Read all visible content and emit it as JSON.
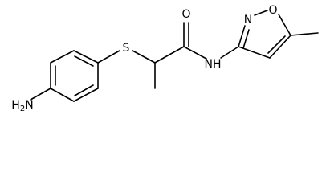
{
  "molecule": {
    "atoms": {
      "sulfur": "S",
      "carbonyl_oxygen": "O",
      "amide_nitrogen": "NH",
      "ring_nitrogen": "N",
      "ring_oxygen": "O",
      "amine_main": "H",
      "amine_sub": "2",
      "amine_n": "N"
    }
  }
}
